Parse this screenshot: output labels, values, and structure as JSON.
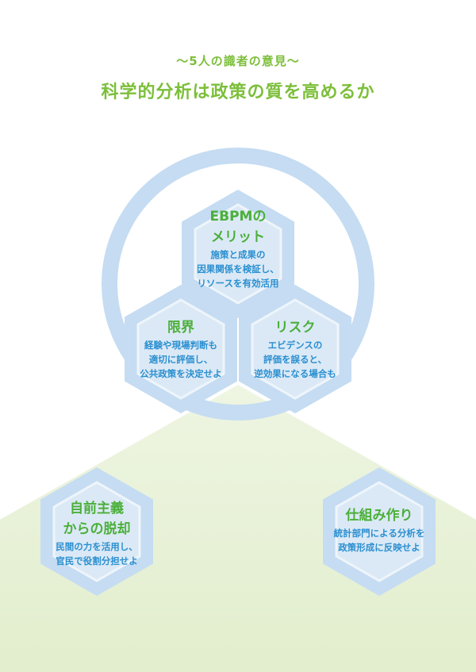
{
  "header": {
    "subtitle": "～5人の識者の意見～",
    "title": "科学的分析は政策の質を高めるか"
  },
  "hexes": [
    {
      "title": [
        "EBPMの",
        "メリット"
      ],
      "body": [
        "施策と成果の",
        "因果関係を検証し、",
        "リソースを有効活用"
      ]
    },
    {
      "title": [
        "限界"
      ],
      "body": [
        "経験や現場判断も",
        "適切に評価し、",
        "公共政策を決定せよ"
      ]
    },
    {
      "title": [
        "リスク"
      ],
      "body": [
        "エビデンスの",
        "評価を誤ると、",
        "逆効果になる場合も"
      ]
    },
    {
      "title": [
        "自前主義",
        "からの脱却"
      ],
      "body": [
        "民間の力を活用し、",
        "官民で役割分担せよ"
      ]
    },
    {
      "title": [
        "仕組み作り"
      ],
      "body": [
        "統計部門による分析を",
        "政策形成に反映せよ"
      ]
    }
  ],
  "colors": {
    "green": "#7cbf3a",
    "blue": "#2a8fd0",
    "hex": "#c5dcf2",
    "bg": "#e6f0d4"
  }
}
